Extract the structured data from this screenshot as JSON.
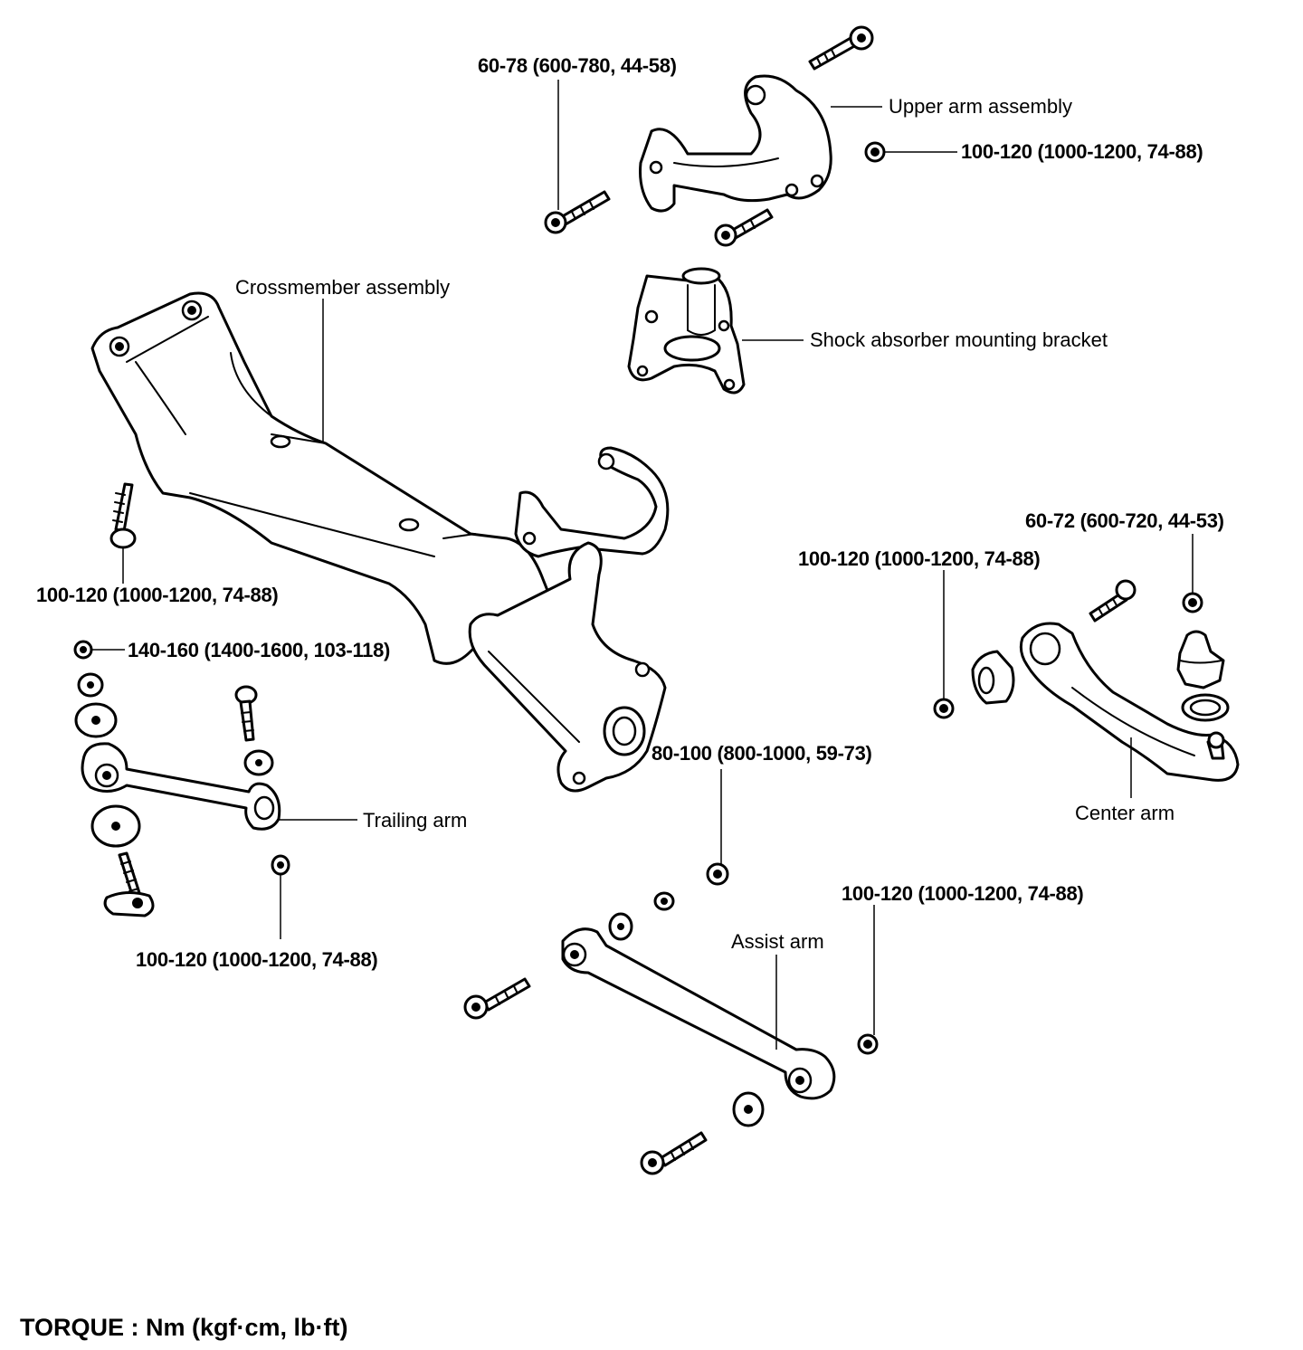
{
  "labels": {
    "upper_arm_assembly": "Upper arm assembly",
    "crossmember_assembly": "Crossmember assembly",
    "shock_bracket": "Shock absorber mounting bracket",
    "trailing_arm": "Trailing arm",
    "center_arm": "Center arm",
    "assist_arm": "Assist arm"
  },
  "torques": {
    "upper_bolt": "60-78 (600-780, 44-58)",
    "upper_nut": "100-120 (1000-1200, 74-88)",
    "crossmember_bolt": "100-120 (1000-1200, 74-88)",
    "trailing_front": "140-160 (1400-1600, 103-118)",
    "trailing_nut": "100-120 (1000-1200, 74-88)",
    "center_nut": "100-120 (1000-1200, 74-88)",
    "center_balljoint": "60-72 (600-720, 44-53)",
    "assist_inner": "80-100 (800-1000, 59-73)",
    "assist_outer": "100-120 (1000-1200, 74-88)"
  },
  "footer": "TORQUE : Nm (kgf·cm, lb·ft)"
}
